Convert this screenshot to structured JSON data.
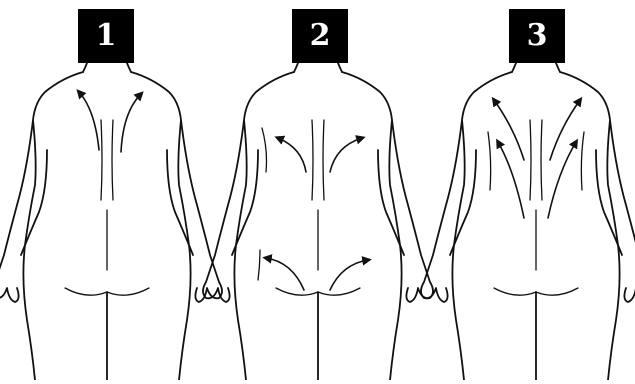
{
  "panels": [
    {
      "number": "1"
    },
    {
      "number": "2"
    },
    {
      "number": "3"
    }
  ],
  "colors": {
    "ink": "#111111",
    "badge_bg": "#000000",
    "badge_text": "#ffffff",
    "background": "#ffffff"
  }
}
